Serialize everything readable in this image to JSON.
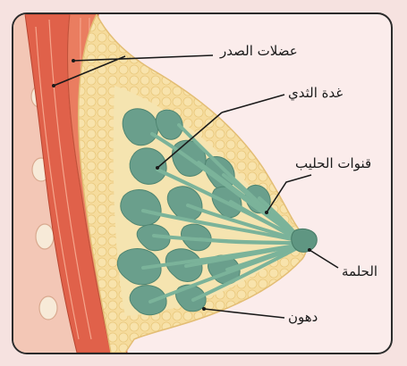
{
  "labels": {
    "chest_muscles": "عضلات الصدر",
    "mammary_gland": "غدة الثدي",
    "milk_ducts": "قنوات الحليب",
    "nipple": "الحلمة",
    "fat": "دهون"
  },
  "colors": {
    "background": "#f6e2e0",
    "frame": "#2b2b2b",
    "muscle": "#e0614a",
    "muscle_light": "#f19a80",
    "fat": "#f6d998",
    "gland_lobe": "#6a9f8c",
    "duct": "#7bb39a",
    "leader_line": "#1a1a1a"
  }
}
